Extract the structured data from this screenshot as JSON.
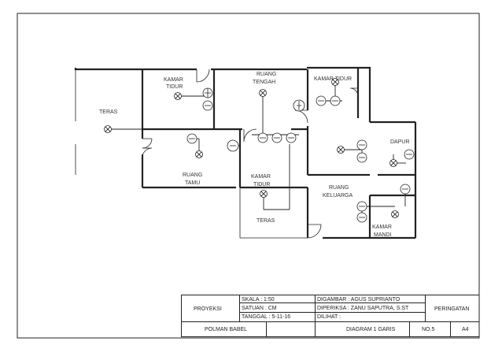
{
  "rooms": {
    "teras_left": "TERAS",
    "kamar_tidur_1": [
      "KAMAR",
      "TIDUR"
    ],
    "ruang_tengah": [
      "RUANG",
      "TENGAH"
    ],
    "kamar_tidur_2": "KAMAR TIDUR",
    "dapur": "DAPUR",
    "ruang_tamu": [
      "RUANG",
      "TAMU"
    ],
    "kamar_tidur_3": [
      "KAMAR",
      "TIDUR"
    ],
    "ruang_keluarga": [
      "RUANG",
      "KELUARGA"
    ],
    "teras_bottom": "TERAS",
    "kamar_mandi": [
      "KAMAR",
      "MANDI"
    ]
  },
  "title_block": {
    "proyeksi": "PROYEKSI",
    "skala": "SKALA      : 1:50",
    "satuan": "SATUAN   : CM",
    "tanggal": "TANGGAL : 5-11-16",
    "digambar": "DIGAMBAR : AGUS SUPRIANTO",
    "diperiksa": "DIPERIKSA   : ZANU SAPUTRA, S.ST",
    "dilihat": "DILIHAT       :",
    "peringatan": "PERINGATAN",
    "institution": "POLMAN BABEL",
    "drawing_title": "DIAGRAM 1 GARIS",
    "number": "NO.5",
    "paper": "A4"
  }
}
